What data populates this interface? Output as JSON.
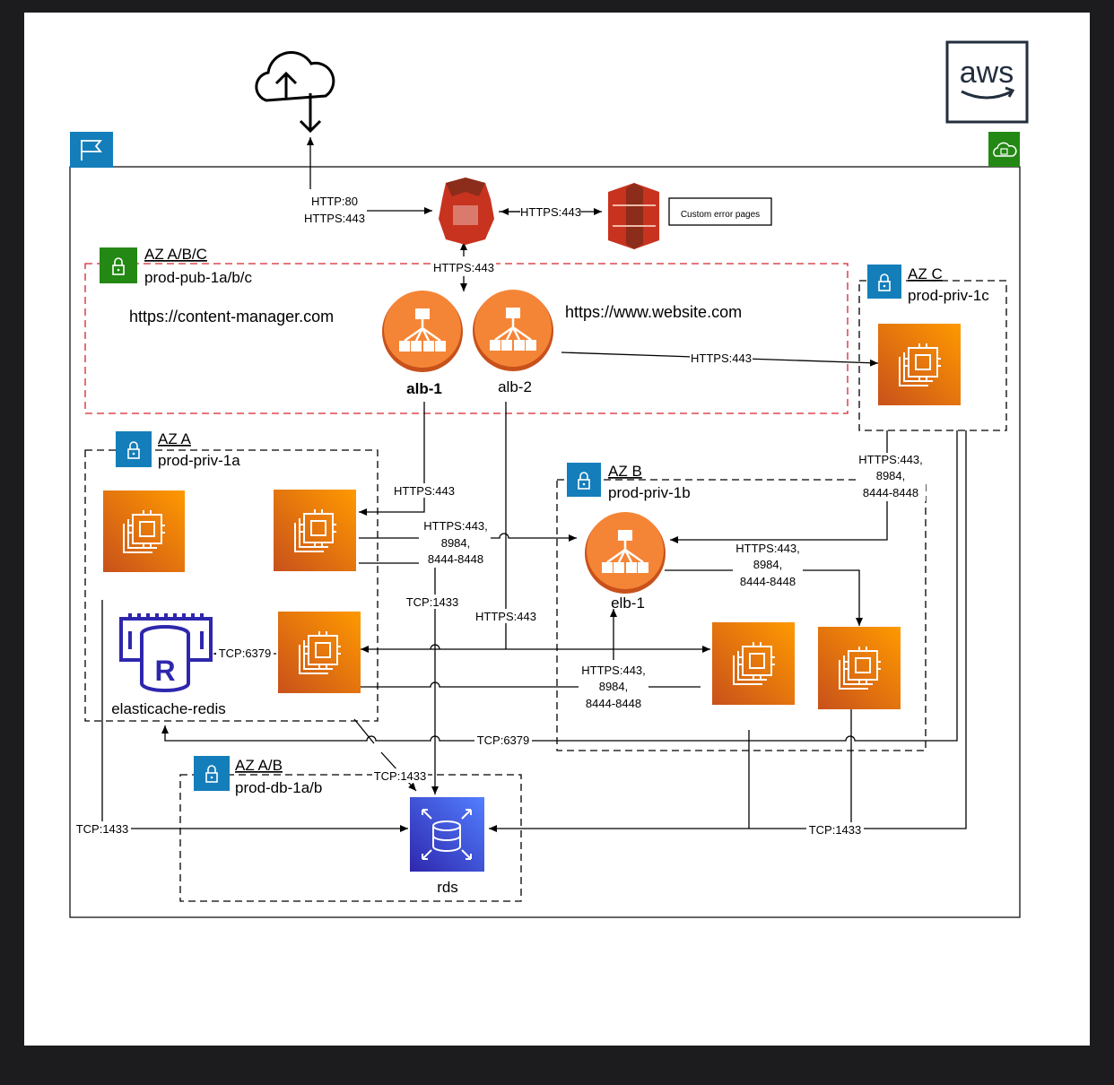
{
  "logos": {
    "aws_text": "aws"
  },
  "zones": {
    "pub": {
      "az": "AZ A/B/C",
      "name": "prod-pub-1a/b/c"
    },
    "priv_1a": {
      "az": "AZ A",
      "name": "prod-priv-1a"
    },
    "priv_1b": {
      "az": "AZ B",
      "name": "prod-priv-1b"
    },
    "priv_1c": {
      "az": "AZ C",
      "name": "prod-priv-1c"
    },
    "db": {
      "az": "AZ A/B",
      "name": "prod-db-1a/b"
    }
  },
  "urls": {
    "content_manager": "https://content-manager.com",
    "website": "https://www.website.com"
  },
  "components": {
    "alb1": "alb-1",
    "alb2": "alb-2",
    "elb1": "elb-1",
    "redis": "elasticache-redis",
    "rds": "rds",
    "custom_error_pages": "Custom error pages"
  },
  "edge_labels": {
    "http80": "HTTP:80",
    "https443": "HTTPS:443",
    "tcp1433": "TCP:1433",
    "tcp6379": "TCP:6379",
    "port_8984": "8984,",
    "port_range": "8444-8448",
    "https443_comma": "HTTPS:443,"
  },
  "colors": {
    "aws_orange": "#ed7100",
    "aws_orange_light": "#f90",
    "cloudfront_red": "#c7331f",
    "vpc_green": "#248814",
    "subnet_blue": "#147eba",
    "rds_blue": "#3b48cc",
    "redis_blue": "#2e27ad",
    "public_subnet_border": "#d6242d"
  }
}
